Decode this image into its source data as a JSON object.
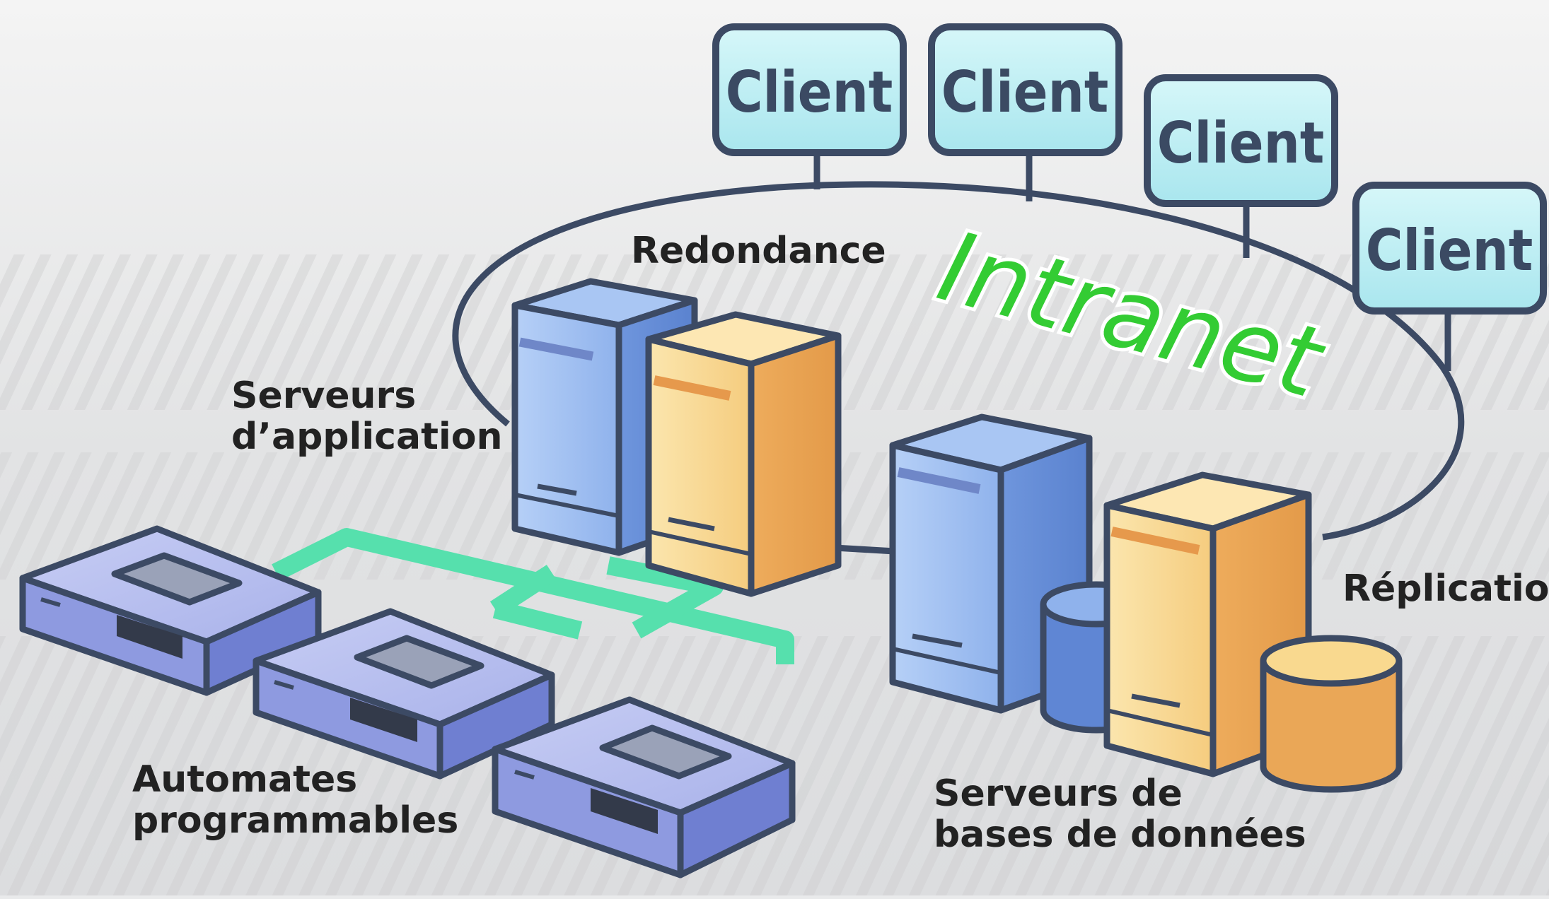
{
  "clients": [
    "Client",
    "Client",
    "Client",
    "Client"
  ],
  "network_label": "Intranet",
  "labels": {
    "redundancy": "Redondance",
    "app_servers": [
      "Serveurs",
      "d’application"
    ],
    "replication": "Réplication",
    "plc": [
      "Automates",
      "programmables"
    ],
    "db_servers": [
      "Serveurs de",
      "bases de données"
    ]
  },
  "colors": {
    "client_fill": "#bfeff3",
    "outline": "#3c4a64",
    "network_ring": "#3c4a64",
    "intranet_text": "#33cc33",
    "plc_link": "#4fe0a8",
    "server_blue": "#8fb6ee",
    "server_yellow": "#f6cc7a"
  }
}
